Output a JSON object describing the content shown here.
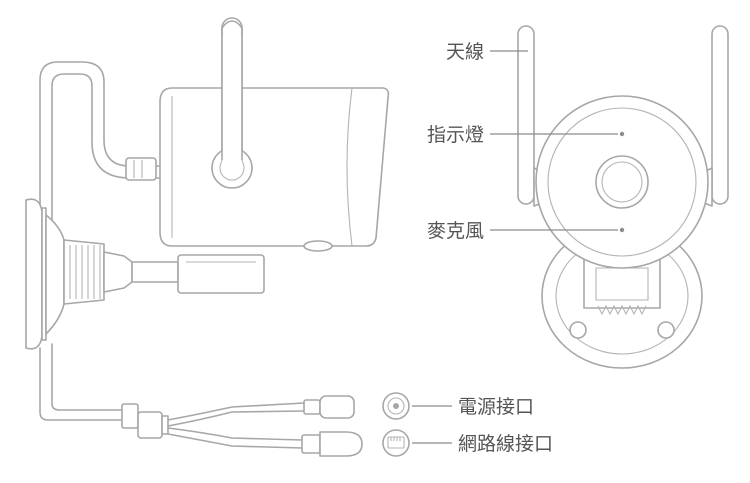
{
  "labels": {
    "antenna": "天線",
    "indicator": "指示燈",
    "microphone": "麥克風",
    "power_port": "電源接口",
    "network_port": "網路線接口"
  },
  "colors": {
    "line": "#a7a7a7",
    "label_text": "#555555",
    "background": "#ffffff"
  },
  "icons": {
    "power_port": "power-port-icon",
    "network_port": "ethernet-port-icon"
  }
}
